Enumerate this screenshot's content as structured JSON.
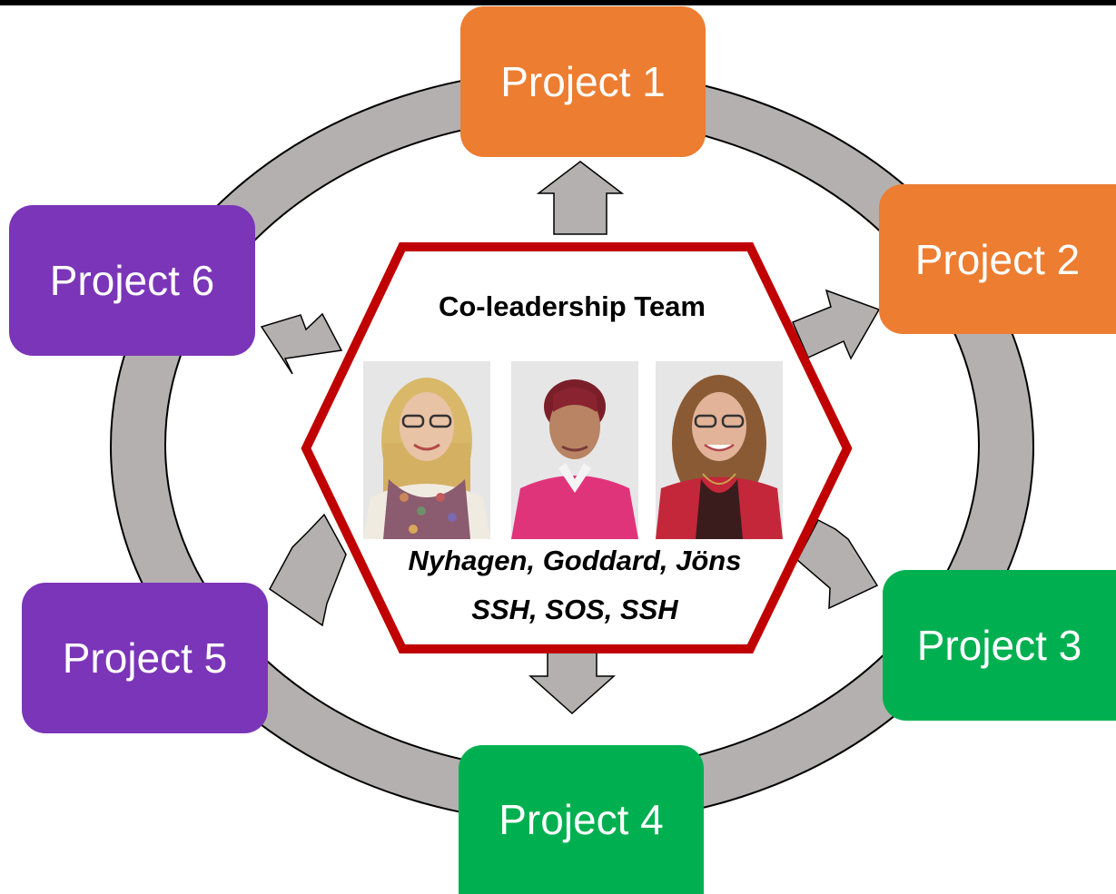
{
  "center": {
    "title": "Co-leadership Team",
    "names": "Nyhagen, Goddard, Jöns",
    "schools": "SSH, SOS, SSH"
  },
  "projects": [
    {
      "label": "Project 1",
      "color": "#ED7D31"
    },
    {
      "label": "Project 2",
      "color": "#ED7D31"
    },
    {
      "label": "Project 3",
      "color": "#00B050"
    },
    {
      "label": "Project 4",
      "color": "#00B050"
    },
    {
      "label": "Project 5",
      "color": "#7B35B8"
    },
    {
      "label": "Project 6",
      "color": "#7B35B8"
    }
  ],
  "colors": {
    "ring": "#B3B0AF",
    "hexagon_border": "#C00000",
    "arrow": "#B3B0AF"
  },
  "photos": [
    {
      "name": "photo-nyhagen"
    },
    {
      "name": "photo-goddard"
    },
    {
      "name": "photo-jons"
    }
  ]
}
